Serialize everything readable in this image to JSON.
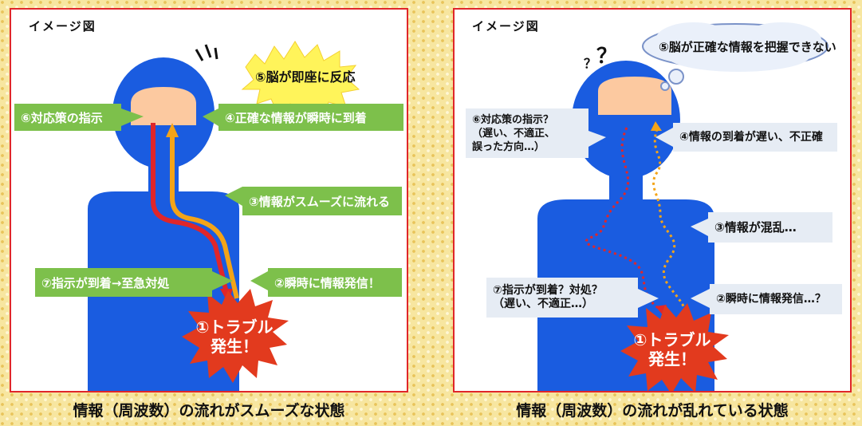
{
  "left_panel": {
    "title": "イメージ図",
    "labels": {
      "step6": "⑥対応策の指示",
      "step4": "④正確な情報が瞬時に到着",
      "step3": "③情報がスムーズに流れる",
      "step7": "⑦指示が到着→至急対処",
      "step2": "②瞬時に情報発信！",
      "step5": "⑤脳が即座に反応"
    },
    "burst": "①トラブル\n発生！",
    "caption": "情報（周波数）の流れがスムーズな状態"
  },
  "right_panel": {
    "title": "イメージ図",
    "labels": {
      "step6": "⑥対応策の指示？\n（遅い、不適正、\n誤った方向…）",
      "step4": "④情報の到着が遅い、不正確",
      "step3": "③情報が混乱…",
      "step7": "⑦指示が到着？対処？\n（遅い、不適正…）",
      "step2": "②瞬時に情報発信…？",
      "step5": "⑤脳が正確な情報を把握できない"
    },
    "question_small": "？",
    "question_large": "？",
    "burst": "①トラブル\n発生！",
    "caption": "情報（周波数）の流れが乱れている状態"
  },
  "colors": {
    "frame_border": "#e0262a",
    "body_blue": "#1a5ce0",
    "brain": "#fcc9a0",
    "label_green": "#7dc04b",
    "label_gray": "#e6ecf4",
    "arrow_red": "#e0262a",
    "arrow_yellow": "#f4a418",
    "burst_red": "#e23a1e",
    "starburst_yellow": "#fff45a"
  }
}
